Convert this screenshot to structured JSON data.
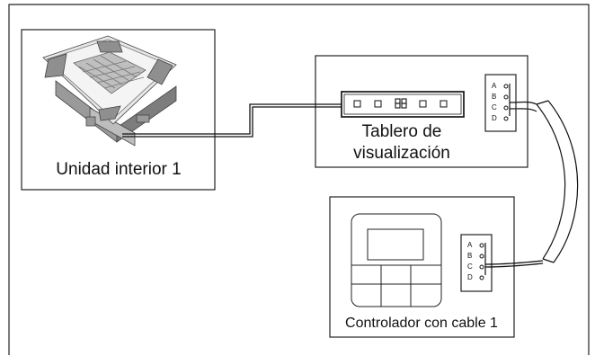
{
  "indoor_unit": {
    "label": "Unidad interior 1"
  },
  "display_board": {
    "label_line1": "Tablero de",
    "label_line2": "visualización"
  },
  "wired_controller": {
    "label": "Controlador con cable 1"
  },
  "terminals_display": [
    "A",
    "B",
    "C",
    "D"
  ],
  "terminals_controller": [
    "A",
    "B",
    "C",
    "D"
  ]
}
